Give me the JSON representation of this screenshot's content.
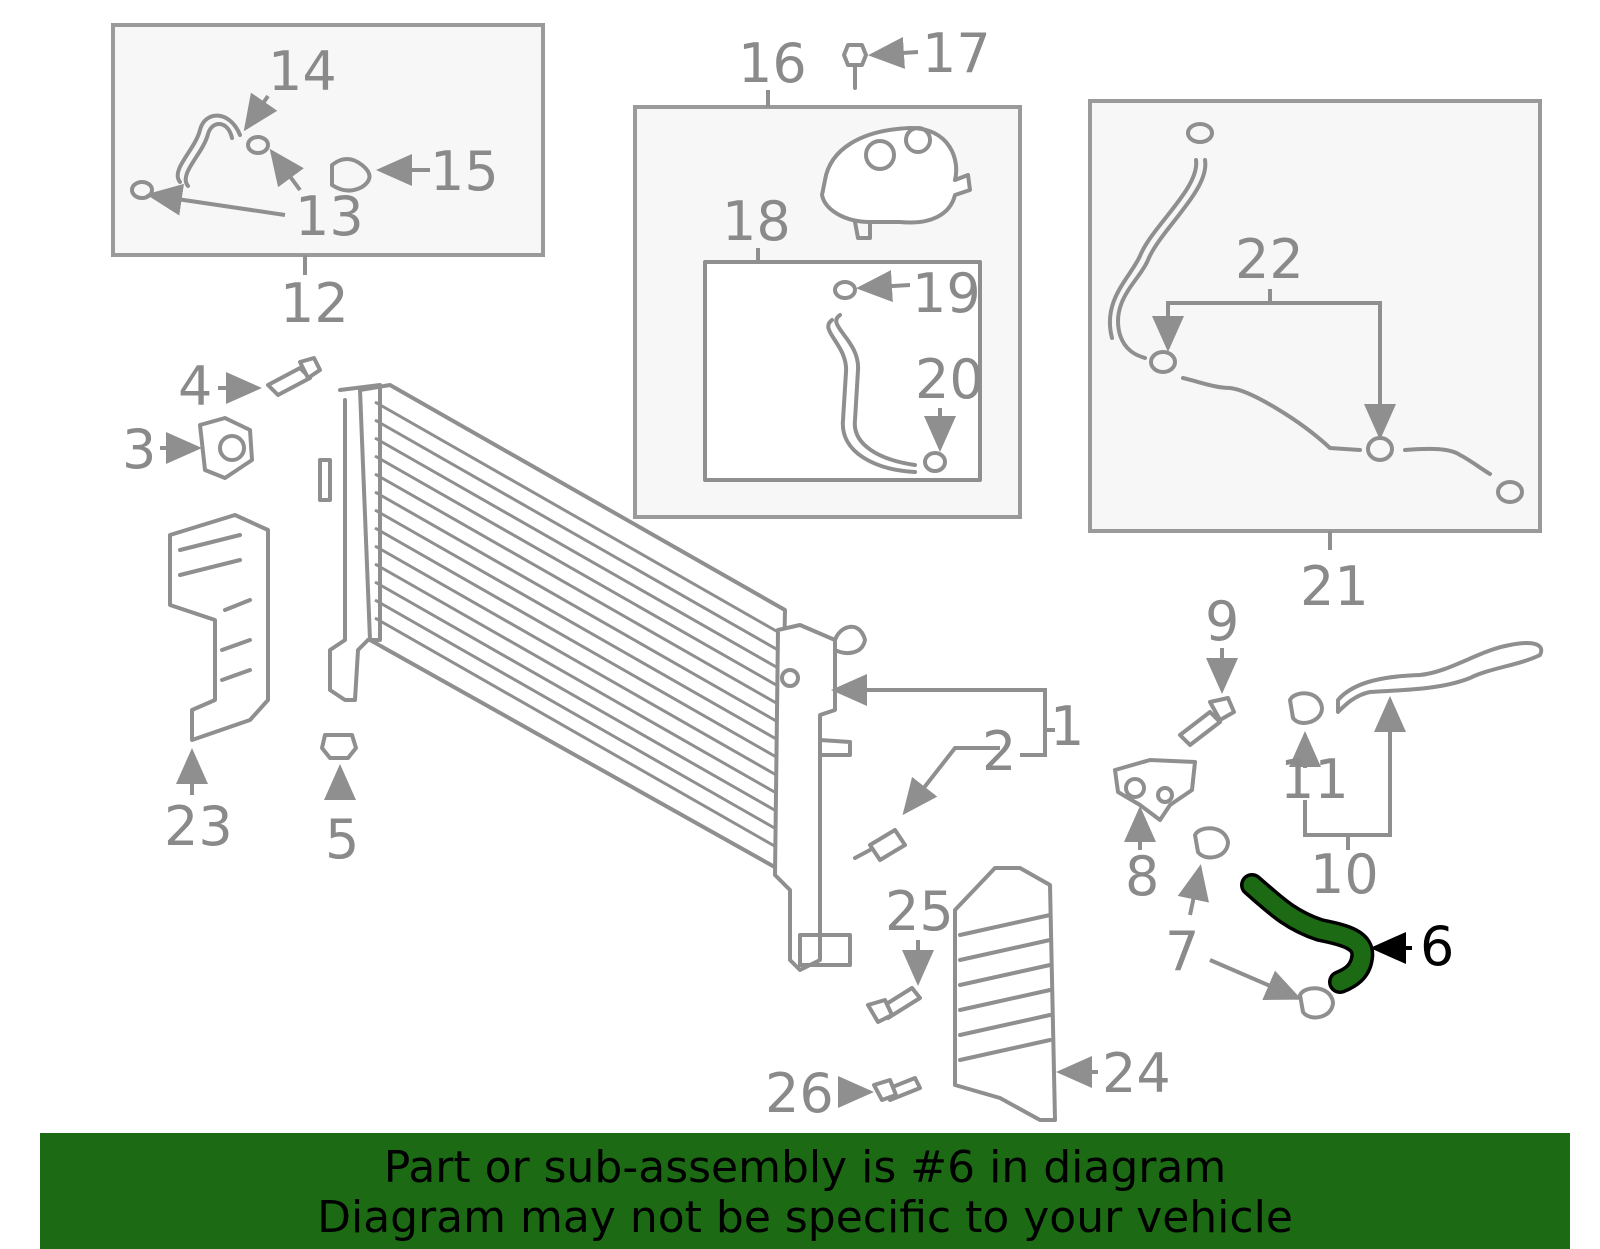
{
  "callouts": {
    "c1": "1",
    "c2": "2",
    "c3": "3",
    "c4": "4",
    "c5": "5",
    "c6": "6",
    "c7": "7",
    "c8": "8",
    "c9": "9",
    "c10": "10",
    "c11": "11",
    "c12": "12",
    "c13": "13",
    "c14": "14",
    "c15": "15",
    "c16": "16",
    "c17": "17",
    "c18": "18",
    "c19": "19",
    "c20": "20",
    "c21": "21",
    "c22": "22",
    "c23": "23",
    "c24": "24",
    "c25": "25",
    "c26": "26"
  },
  "highlight": {
    "part_number": "6",
    "color": "#1c6b14"
  },
  "banner": {
    "line1": "Part or sub-assembly is #6 in diagram",
    "line2": "Diagram may not be specific to your vehicle",
    "background": "#1c6b14"
  }
}
